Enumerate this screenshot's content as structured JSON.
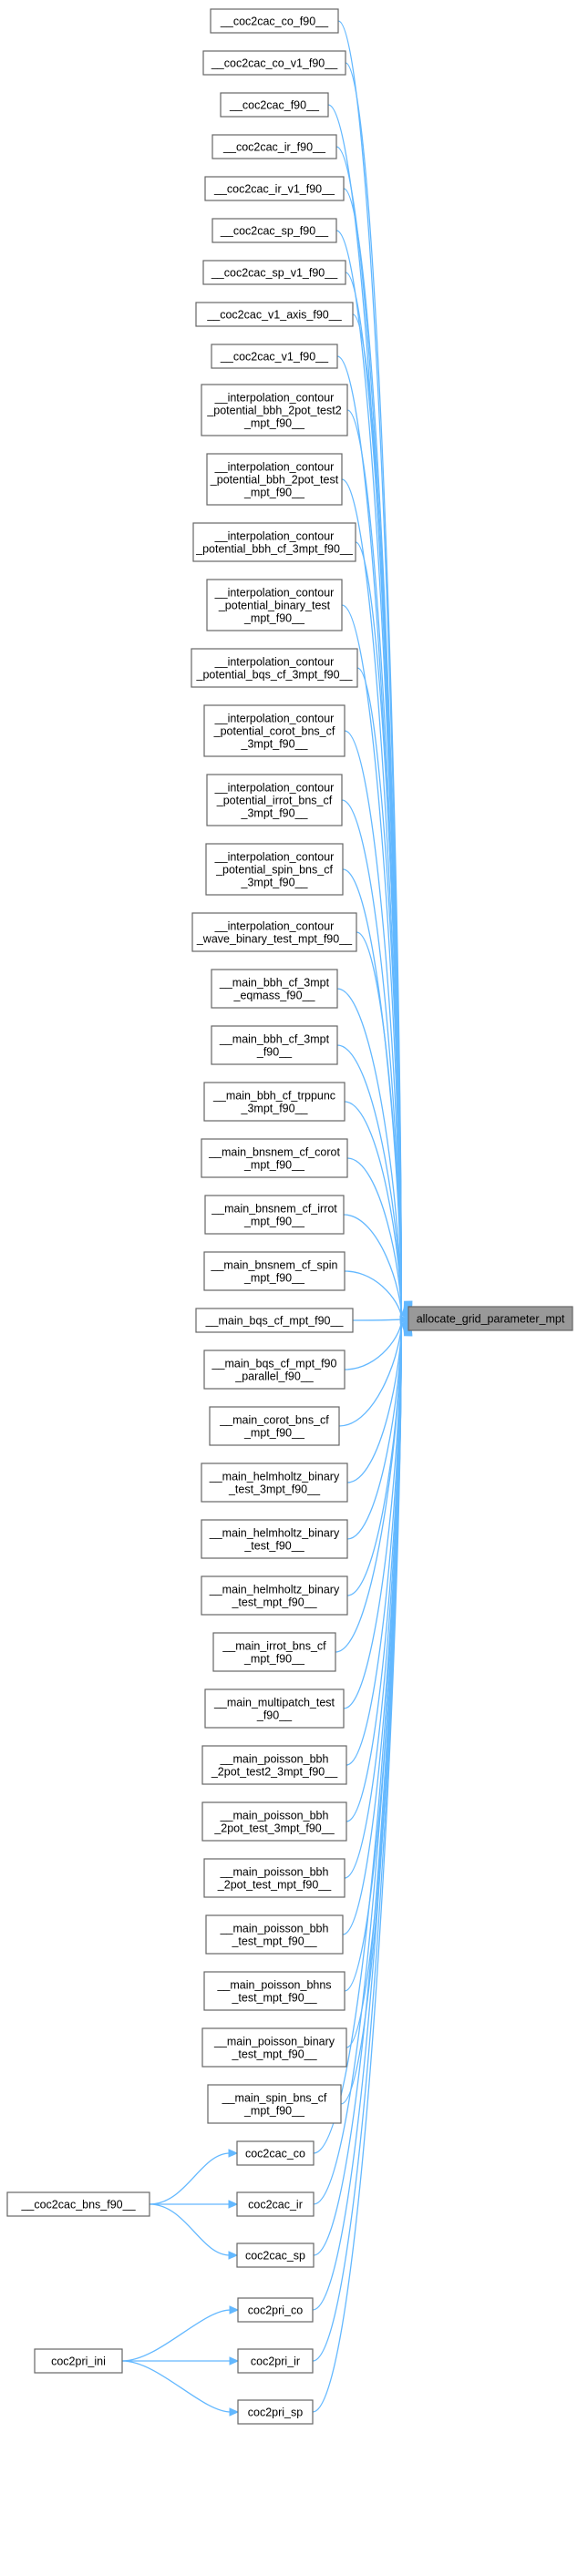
{
  "graph": {
    "target": "allocate_grid_parameter_mpt",
    "callers": [
      [
        "__coc2cac_co_f90__"
      ],
      [
        "__coc2cac_co_v1_f90__"
      ],
      [
        "__coc2cac_f90__"
      ],
      [
        "__coc2cac_ir_f90__"
      ],
      [
        "__coc2cac_ir_v1_f90__"
      ],
      [
        "__coc2cac_sp_f90__"
      ],
      [
        "__coc2cac_sp_v1_f90__"
      ],
      [
        "__coc2cac_v1_axis_f90__"
      ],
      [
        "__coc2cac_v1_f90__"
      ],
      [
        "__interpolation_contour",
        "_potential_bbh_2pot_test2",
        "_mpt_f90__"
      ],
      [
        "__interpolation_contour",
        "_potential_bbh_2pot_test",
        "_mpt_f90__"
      ],
      [
        "__interpolation_contour",
        "_potential_bbh_cf_3mpt_f90__"
      ],
      [
        "__interpolation_contour",
        "_potential_binary_test",
        "_mpt_f90__"
      ],
      [
        "__interpolation_contour",
        "_potential_bqs_cf_3mpt_f90__"
      ],
      [
        "__interpolation_contour",
        "_potential_corot_bns_cf",
        "_3mpt_f90__"
      ],
      [
        "__interpolation_contour",
        "_potential_irrot_bns_cf",
        "_3mpt_f90__"
      ],
      [
        "__interpolation_contour",
        "_potential_spin_bns_cf",
        "_3mpt_f90__"
      ],
      [
        "__interpolation_contour",
        "_wave_binary_test_mpt_f90__"
      ],
      [
        "__main_bbh_cf_3mpt",
        "_eqmass_f90__"
      ],
      [
        "__main_bbh_cf_3mpt",
        "_f90__"
      ],
      [
        "__main_bbh_cf_trppunc",
        "_3mpt_f90__"
      ],
      [
        "__main_bnsnem_cf_corot",
        "_mpt_f90__"
      ],
      [
        "__main_bnsnem_cf_irrot",
        "_mpt_f90__"
      ],
      [
        "__main_bnsnem_cf_spin",
        "_mpt_f90__"
      ],
      [
        "__main_bqs_cf_mpt_f90__"
      ],
      [
        "__main_bqs_cf_mpt_f90",
        "_parallel_f90__"
      ],
      [
        "__main_corot_bns_cf",
        "_mpt_f90__"
      ],
      [
        "__main_helmholtz_binary",
        "_test_3mpt_f90__"
      ],
      [
        "__main_helmholtz_binary",
        "_test_f90__"
      ],
      [
        "__main_helmholtz_binary",
        "_test_mpt_f90__"
      ],
      [
        "__main_irrot_bns_cf",
        "_mpt_f90__"
      ],
      [
        "__main_multipatch_test",
        "_f90__"
      ],
      [
        "__main_poisson_bbh",
        "_2pot_test2_3mpt_f90__"
      ],
      [
        "__main_poisson_bbh",
        "_2pot_test_3mpt_f90__"
      ],
      [
        "__main_poisson_bbh",
        "_2pot_test_mpt_f90__"
      ],
      [
        "__main_poisson_bbh",
        "_test_mpt_f90__"
      ],
      [
        "__main_poisson_bhns",
        "_test_mpt_f90__"
      ],
      [
        "__main_poisson_binary",
        "_test_mpt_f90__"
      ],
      [
        "__main_spin_bns_cf",
        "_mpt_f90__"
      ],
      [
        "coc2cac_co"
      ],
      [
        "coc2cac_ir"
      ],
      [
        "coc2cac_sp"
      ],
      [
        "coc2pri_co"
      ],
      [
        "coc2pri_ir"
      ],
      [
        "coc2pri_sp"
      ]
    ],
    "secondary_callers": [
      {
        "label": [
          "__coc2cac_bns_f90__"
        ],
        "calls": [
          "coc2cac_co",
          "coc2cac_ir",
          "coc2cac_sp"
        ]
      },
      {
        "label": [
          "coc2pri_ini"
        ],
        "calls": [
          "coc2pri_co",
          "coc2pri_ir",
          "coc2pri_sp"
        ]
      }
    ]
  },
  "colors": {
    "edge": "#63b8ff",
    "node_border": "#666666",
    "node_fill": "#ffffff",
    "target_fill": "#999999",
    "text": "#000000"
  }
}
